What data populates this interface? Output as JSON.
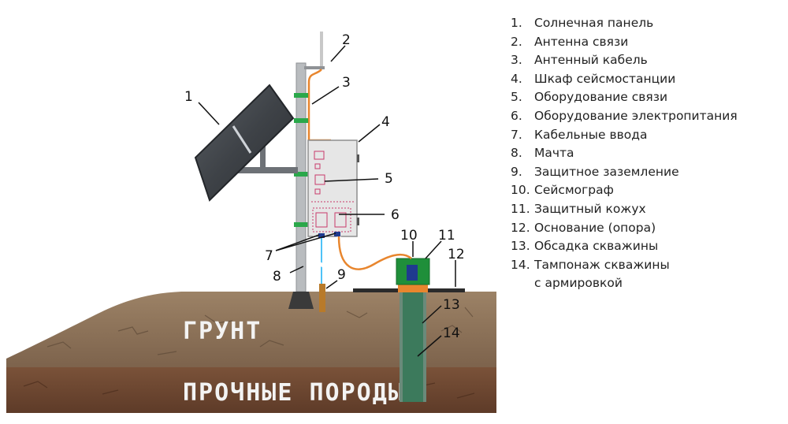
{
  "legend": {
    "items": [
      {
        "num": "1.",
        "label": "Солнечная панель"
      },
      {
        "num": "2.",
        "label": "Антенна связи"
      },
      {
        "num": "3.",
        "label": "Антенный кабель"
      },
      {
        "num": "4.",
        "label": "Шкаф сейсмостанции"
      },
      {
        "num": "5.",
        "label": "Оборудование связи"
      },
      {
        "num": "6.",
        "label": "Оборудование электропитания"
      },
      {
        "num": "7.",
        "label": "Кабельные ввода"
      },
      {
        "num": "8.",
        "label": "Мачта"
      },
      {
        "num": "9.",
        "label": "Защитное заземление"
      },
      {
        "num": "10.",
        "label": "Сейсмограф"
      },
      {
        "num": "11.",
        "label": "Защитный кожух"
      },
      {
        "num": "12.",
        "label": "Основание  (опора)"
      },
      {
        "num": "13.",
        "label": "Обсадка скважины"
      },
      {
        "num": "14.",
        "label": "Тампонаж скважины",
        "continuation": "с армировкой"
      }
    ]
  },
  "callouts": [
    "1",
    "2",
    "3",
    "4",
    "5",
    "6",
    "7",
    "8",
    "9",
    "10",
    "11",
    "12",
    "13",
    "14"
  ],
  "ground": {
    "soil_label": "ГРУНТ",
    "rock_label": "ПРОЧНЫЕ ПОРОДЫ"
  },
  "colors": {
    "cable": "#e8862e",
    "clamp": "#2aa84a",
    "seismograph": "#1f8f3a",
    "casing": "#3c7a5c",
    "cabinet": "#e6e6e6",
    "soil": "#8a7058",
    "rock": "#6f4a34"
  }
}
